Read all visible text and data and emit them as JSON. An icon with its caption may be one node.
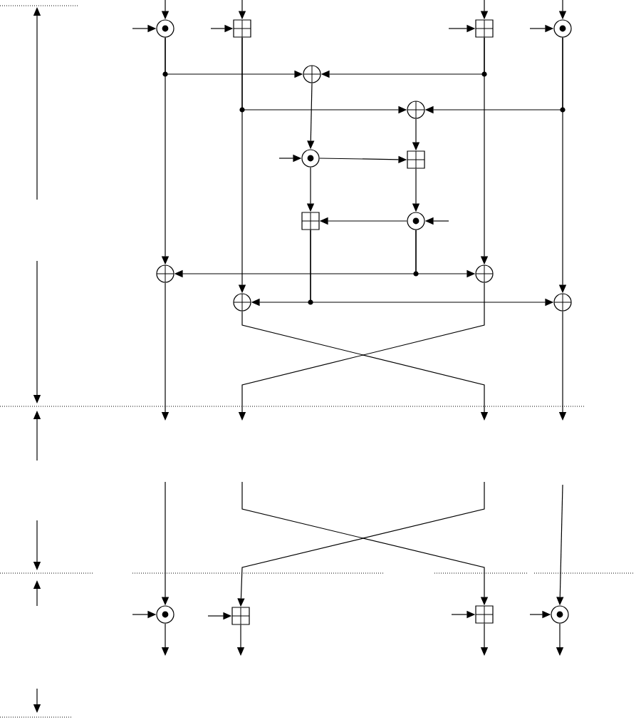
{
  "diagram": {
    "nodes": [
      {
        "text": [],
        "shape": "dot"
      },
      {
        "text": [],
        "shape": "box"
      },
      {
        "text": [],
        "shape": "box"
      },
      {
        "text": [],
        "shape": "dot"
      },
      {
        "text": [],
        "shape": "circle"
      },
      {
        "text": [],
        "shape": "circle"
      },
      {
        "text": [],
        "shape": "dot"
      },
      {
        "text": [],
        "shape": "box"
      },
      {
        "text": [],
        "shape": "box"
      },
      {
        "text": [],
        "shape": "dot"
      },
      {
        "text": [],
        "shape": "circle"
      },
      {
        "text": [],
        "shape": "circle"
      },
      {
        "text": [],
        "shape": "circle"
      },
      {
        "text": [],
        "shape": "circle"
      },
      {
        "text": [],
        "shape": "dot"
      },
      {
        "text": [],
        "shape": "box"
      },
      {
        "text": [],
        "shape": "box"
      },
      {
        "text": [],
        "shape": "dot"
      }
    ],
    "edges": [
      {
        "from": null,
        "to": 0,
        "arrow": "to"
      },
      {
        "from": null,
        "to": 1,
        "arrow": "to"
      },
      {
        "from": null,
        "to": 2,
        "arrow": "to"
      },
      {
        "from": null,
        "to": 3,
        "arrow": "to"
      },
      {
        "from": null,
        "to": 0,
        "arrow": "to"
      },
      {
        "from": null,
        "to": 1,
        "arrow": "to"
      },
      {
        "from": null,
        "to": 2,
        "arrow": "to"
      },
      {
        "from": null,
        "to": 3,
        "arrow": "to"
      },
      {
        "from": 0,
        "to": 4,
        "arrow": "to"
      },
      {
        "from": 0,
        "to": 10,
        "arrow": "to"
      },
      {
        "from": 1,
        "to": 5,
        "arrow": "to"
      },
      {
        "from": 1,
        "to": 12,
        "arrow": "to"
      },
      {
        "from": 2,
        "to": 4,
        "arrow": "to"
      },
      {
        "from": 2,
        "to": 11,
        "arrow": "to"
      },
      {
        "from": 3,
        "to": 5,
        "arrow": "to"
      },
      {
        "from": 3,
        "to": 13,
        "arrow": "to"
      },
      {
        "from": 4,
        "to": 6,
        "arrow": "to"
      },
      {
        "from": 5,
        "to": 7,
        "arrow": "to"
      },
      {
        "from": 6,
        "to": 7,
        "arrow": "to"
      },
      {
        "from": 6,
        "to": 8,
        "arrow": "to"
      },
      {
        "from": 7,
        "to": 9,
        "arrow": "to"
      },
      {
        "from": 9,
        "to": 8,
        "arrow": "to"
      },
      {
        "from": null,
        "to": 6,
        "arrow": "to"
      },
      {
        "from": null,
        "to": 9,
        "arrow": "to"
      },
      {
        "from": 8,
        "to": 12,
        "arrow": "to"
      },
      {
        "from": 8,
        "to": 13,
        "arrow": "to"
      },
      {
        "from": 9,
        "to": 10,
        "arrow": "to"
      },
      {
        "from": 9,
        "to": 11,
        "arrow": "to"
      },
      {
        "from": 10,
        "to": null,
        "arrow": "to"
      },
      {
        "from": 12,
        "to": null,
        "arrow": "to"
      },
      {
        "from": 11,
        "to": null,
        "arrow": "to"
      },
      {
        "from": 13,
        "to": null,
        "arrow": "to"
      },
      {
        "from": null,
        "to": 14,
        "arrow": "to"
      },
      {
        "from": null,
        "to": 16,
        "arrow": "to"
      },
      {
        "from": null,
        "to": 15,
        "arrow": "to"
      },
      {
        "from": null,
        "to": 17,
        "arrow": "to"
      },
      {
        "from": null,
        "to": 14,
        "arrow": "to"
      },
      {
        "from": null,
        "to": 15,
        "arrow": "to"
      },
      {
        "from": null,
        "to": 16,
        "arrow": "to"
      },
      {
        "from": null,
        "to": 17,
        "arrow": "to"
      },
      {
        "from": 14,
        "to": null,
        "arrow": "to"
      },
      {
        "from": 15,
        "to": null,
        "arrow": "to"
      },
      {
        "from": 16,
        "to": null,
        "arrow": "to"
      },
      {
        "from": 17,
        "to": null,
        "arrow": "to"
      }
    ]
  }
}
